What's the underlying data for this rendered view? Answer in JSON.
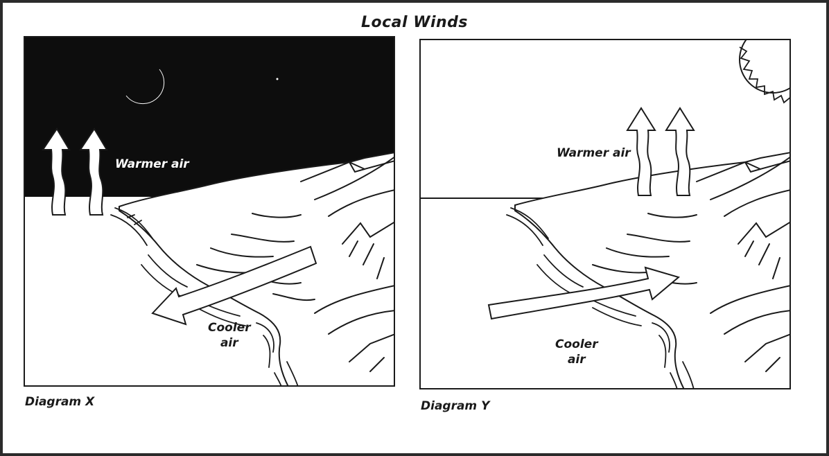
{
  "title": "Local Winds",
  "diagram_x": {
    "caption": "Diagram X",
    "upper_label": "Warmer air",
    "lower_label_line1": "Cooler",
    "lower_label_line2": "air",
    "sky": "night",
    "sky_icon": "crescent-moon-icon",
    "warm_arrow_direction": "up",
    "cool_arrow_direction": "toward-sea"
  },
  "diagram_y": {
    "caption": "Diagram Y",
    "upper_label": "Warmer air",
    "lower_label_line1": "Cooler",
    "lower_label_line2": "air",
    "sky": "day",
    "sky_icon": "sun-icon",
    "warm_arrow_direction": "up",
    "cool_arrow_direction": "toward-land"
  },
  "colors": {
    "ink": "#1a1a1a",
    "night_sky": "#0d0d0d",
    "paper": "#ffffff",
    "frame": "#2b2b2b"
  }
}
